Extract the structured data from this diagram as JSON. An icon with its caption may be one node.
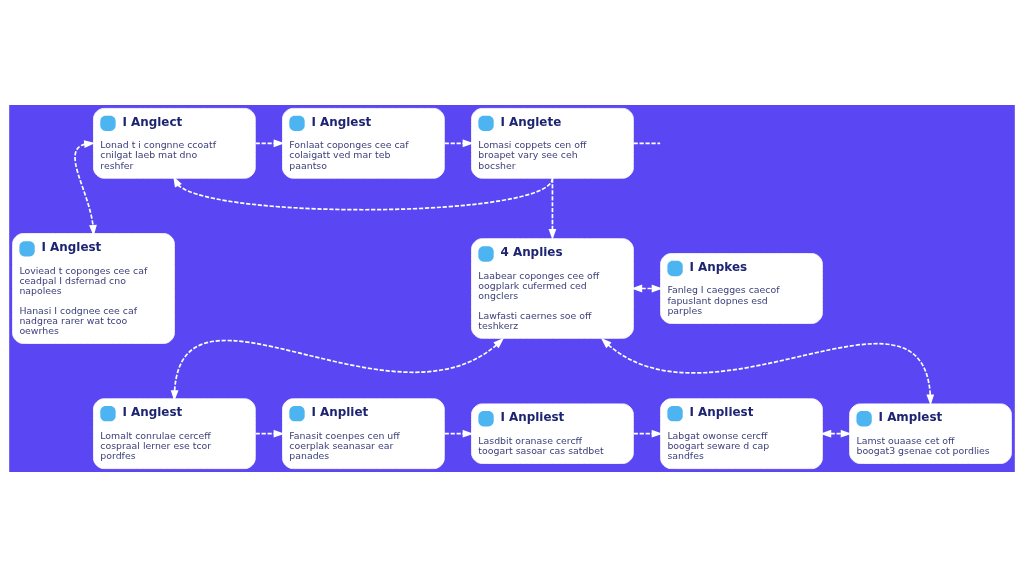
{
  "diagram": {
    "nodes": [
      {
        "text": [
          "I Anglect",
          "Lonad t i congnne ccoatf cnilgat Iaeb mat dno reshfer"
        ]
      },
      {
        "text": [
          "I Anglest",
          "Fonlaat coponges cee caf colaigatt ved mar teb paantso"
        ]
      },
      {
        "text": [
          "I Anglete",
          "Lomasi coppets cen off broapet vary see ceh bocsher"
        ]
      },
      {
        "text": [
          "I Anglest",
          "Loviead t coponges cee caf ceadpal I dsfernad cno napolees",
          "Hanasi I codgnee cee caf nadgrea rarer wat tcoo oewrhes"
        ]
      },
      {
        "text": [
          "4 Anplies",
          "Laabear coponges cee off oogplark cufermed ced ongclers",
          "Lawfasti caernes soe off teshkerz"
        ]
      },
      {
        "text": [
          "I Anpkes",
          "Fanleg I caegges caecof fapuslant dopnes esd parples"
        ]
      },
      {
        "text": [
          "I Anglest",
          "Lomalt conrulae cerceff cospraal lerner ese tcor pordfes"
        ]
      },
      {
        "text": [
          "I Anpliet",
          "Fanasit coenpes cen uff coerplak seanasar ear panades"
        ]
      },
      {
        "text": [
          "I Anpliest",
          "Lasdbit oranase cercff toogart sasoar cas satdbet"
        ]
      },
      {
        "text": [
          "I Anpliest",
          "Labgat owonse cercff boogart seware d cap sandfes"
        ]
      },
      {
        "text": [
          "I Amplest",
          "Lamst ouaase cet off boogat3 gsenae cot pordlies"
        ]
      }
    ],
    "edges": [
      {
        "from": 0,
        "to": 3,
        "arrow": "both",
        "style": "dashed"
      },
      {
        "from": 0,
        "to": 1,
        "arrow": "to",
        "style": "dashed"
      },
      {
        "from": 1,
        "to": 2,
        "arrow": "to",
        "style": "dashed"
      },
      {
        "from": 2,
        "to": null,
        "arrow": "none",
        "style": "dashed"
      },
      {
        "from": 2,
        "to": 0,
        "arrow": "to",
        "style": "dashed"
      },
      {
        "from": 2,
        "to": 4,
        "arrow": "to",
        "style": "dashed"
      },
      {
        "from": 4,
        "to": 5,
        "arrow": "both",
        "style": "dashed"
      },
      {
        "from": 4,
        "to": 6,
        "arrow": "both",
        "style": "dashed"
      },
      {
        "from": 4,
        "to": 10,
        "arrow": "both",
        "style": "dashed"
      },
      {
        "from": 6,
        "to": 7,
        "arrow": "to",
        "style": "dashed"
      },
      {
        "from": 7,
        "to": 8,
        "arrow": "to",
        "style": "dashed"
      },
      {
        "from": 8,
        "to": 9,
        "arrow": "to",
        "style": "dashed"
      },
      {
        "from": 9,
        "to": 10,
        "arrow": "both",
        "style": "dashed"
      }
    ]
  }
}
